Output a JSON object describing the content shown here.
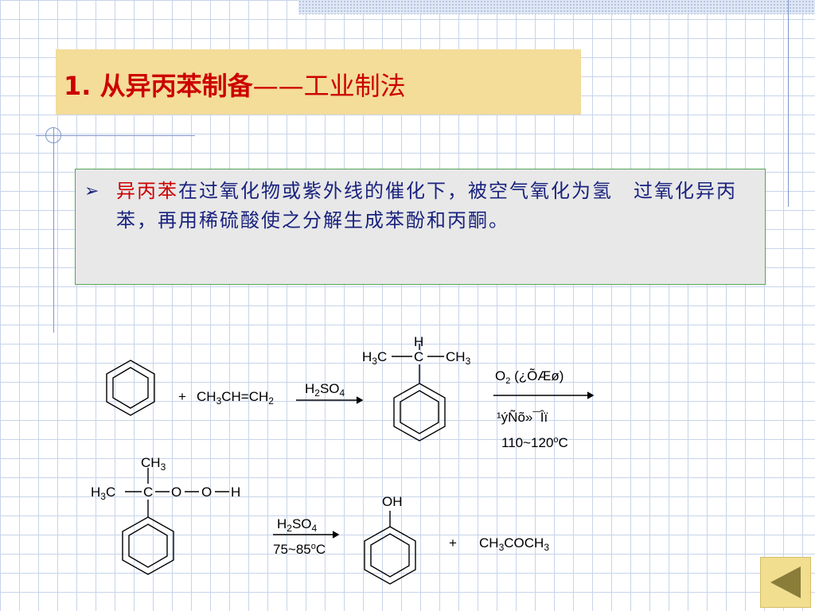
{
  "title": {
    "main": "1. 从异丙苯制备",
    "sub": "——工业制法"
  },
  "bullet": {
    "icon": "arrow-bullet-icon",
    "symbol": "➢"
  },
  "paragraph": {
    "highlight": "异丙苯",
    "rest": "在过氧化物或紫外线的催化下，被空气氧化为氢　过氧化异丙苯，再用稀硫酸使之分解生成苯酚和丙酮。"
  },
  "reaction": {
    "reagent1": "CH3CH=CH2",
    "catalyst1": "H2SO4",
    "cumene_top": "H",
    "cumene_c": "C",
    "cumene_left": "H3C",
    "cumene_right": "CH3",
    "oxidant": "O2 (¿ÕÆø)",
    "initiator": "¹ýÑõ»¯Îï",
    "temp1": "110~120oC",
    "hydroperoxide": "CH3 / H3C—C—O—O—H",
    "catalyst2": "H2SO4",
    "temp2": "75~85oC",
    "phenol_group": "OH",
    "plus": "+",
    "acetone": "CH3COCH3"
  },
  "colors": {
    "title_red": "#cc0000",
    "body_blue": "#1a237e",
    "title_band": "#f4dc99",
    "box_border": "#55a655",
    "nav_arrow": "#8a7d3a"
  },
  "nav": {
    "icon": "back-arrow-icon"
  }
}
